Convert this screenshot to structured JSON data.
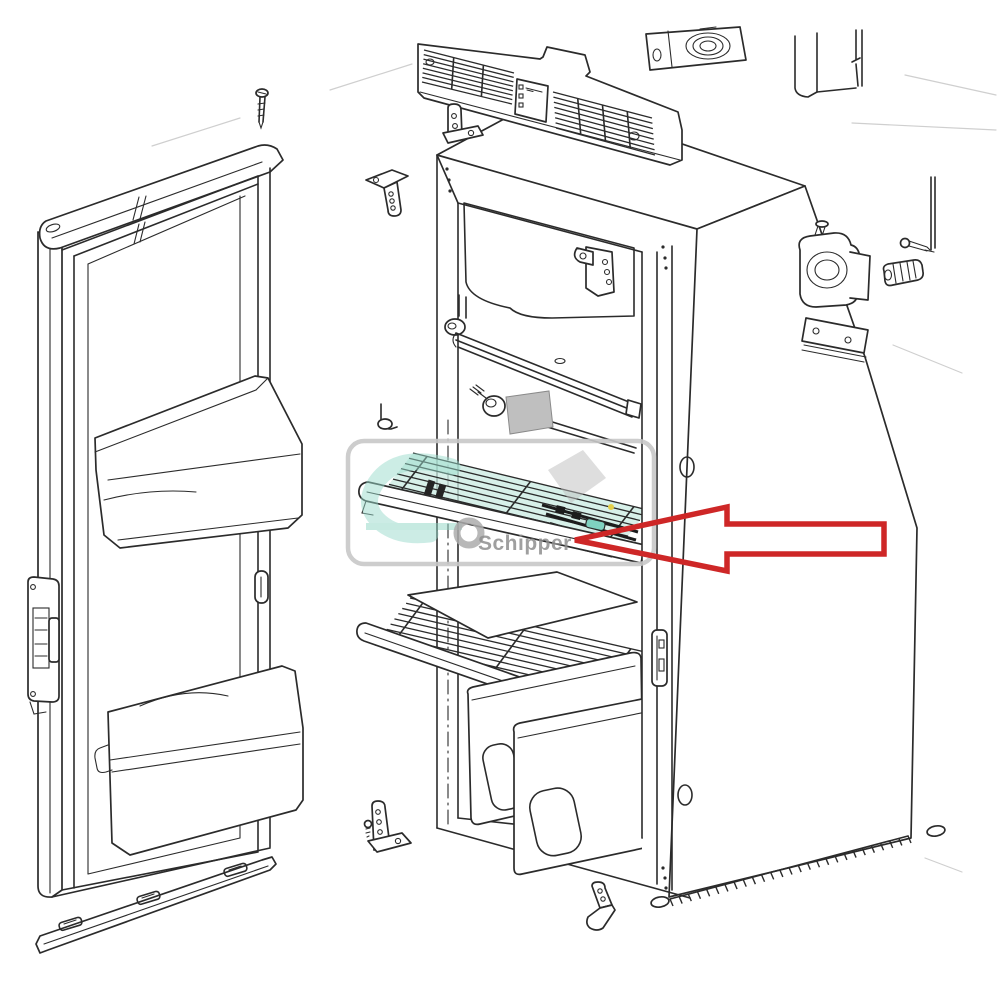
{
  "diagram": {
    "type": "exploded-parts-diagram",
    "background_color": "#ffffff",
    "line_color": "#2b2b2b",
    "watermark": {
      "text": "Schipper",
      "text_color": "#8f8f8f",
      "logo_teal": "#9adbcc",
      "logo_gray": "#bdbdbd",
      "frame_color": "#c8c8c8"
    },
    "highlight_arrow": {
      "color": "#ce2727",
      "direction": "left"
    },
    "accents": {
      "shelf_tint": "#b7e4d8",
      "shelf_clip_teal": "#7fd2c0",
      "marker_yellow": "#e3cf49",
      "cover_plate_gray": "#bfbfbf"
    },
    "parts": [
      "door-panel",
      "door-top-trim",
      "upper-door-bin",
      "lower-door-bin",
      "door-lock",
      "door-bottom-rail",
      "mounting-screw",
      "cabinet-body",
      "vent-grille",
      "vent-control-panel",
      "top-left-bracket",
      "top-hinge-bracket",
      "burner-assembly",
      "flue-duct",
      "capillary-rod",
      "ribbed-connector",
      "cooling-unit",
      "interior-back-panel",
      "interior-hinge-bracket",
      "door-pivot-pin",
      "interior-rail",
      "thumb-screw",
      "cover-plate",
      "wire-shelf-highlighted",
      "glass-shelf",
      "lower-wire-shelf",
      "crisper-bin-rear",
      "crisper-bin-front",
      "corner-bracket",
      "bottom-hinge",
      "leveling-foot"
    ]
  }
}
